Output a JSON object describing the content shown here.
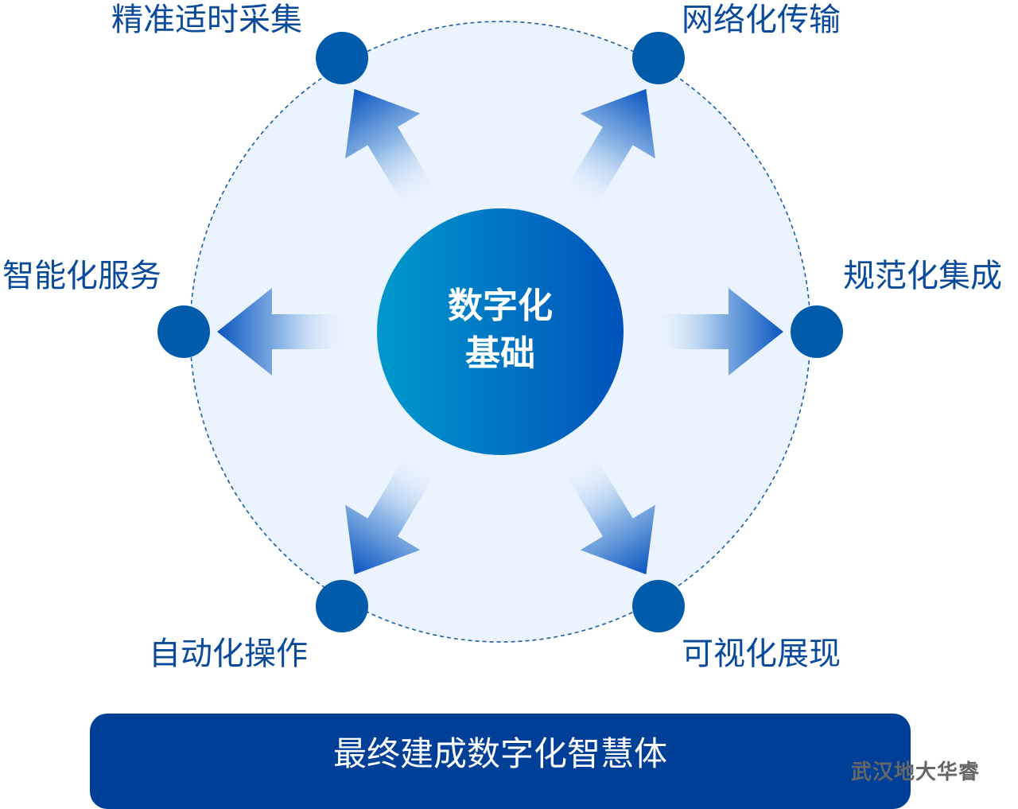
{
  "center": {
    "line1": "数字化",
    "line2": "基础"
  },
  "nodes": [
    {
      "label": "精准适时采集"
    },
    {
      "label": "网络化传输"
    },
    {
      "label": "智能化服务"
    },
    {
      "label": "规范化集成"
    },
    {
      "label": "自动化操作"
    },
    {
      "label": "可视化展现"
    }
  ],
  "footer": {
    "label": "最终建成数字化智慧体"
  },
  "watermark": "武汉地大华睿",
  "colors": {
    "node": "#005baa",
    "ring_fill": "#eaf3fe",
    "footer": "#003f98",
    "label": "#0a4a9a"
  }
}
